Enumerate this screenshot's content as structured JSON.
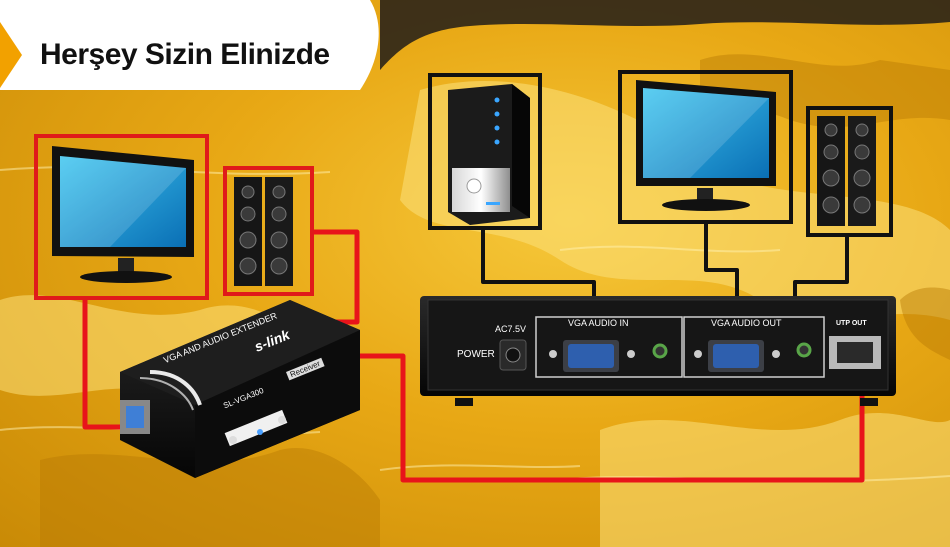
{
  "header": {
    "title": "Herşey Sizin Elinizde"
  },
  "receiver": {
    "line1": "VGA AND AUDIO EXTENDER",
    "brand": "s-link",
    "model": "SL-VGA300",
    "badge": "Receiver"
  },
  "sender": {
    "power_label": "POWER",
    "ac_label": "AC7.5V",
    "vga_in_label": "VGA AUDIO IN",
    "vga_out_label": "VGA AUDIO OUT",
    "utp_label": "UTP OUT"
  },
  "colors": {
    "cable": "#e8141a",
    "frame_red": "#e01a1a",
    "frame_black": "#111111",
    "accent": "#f2a100"
  }
}
